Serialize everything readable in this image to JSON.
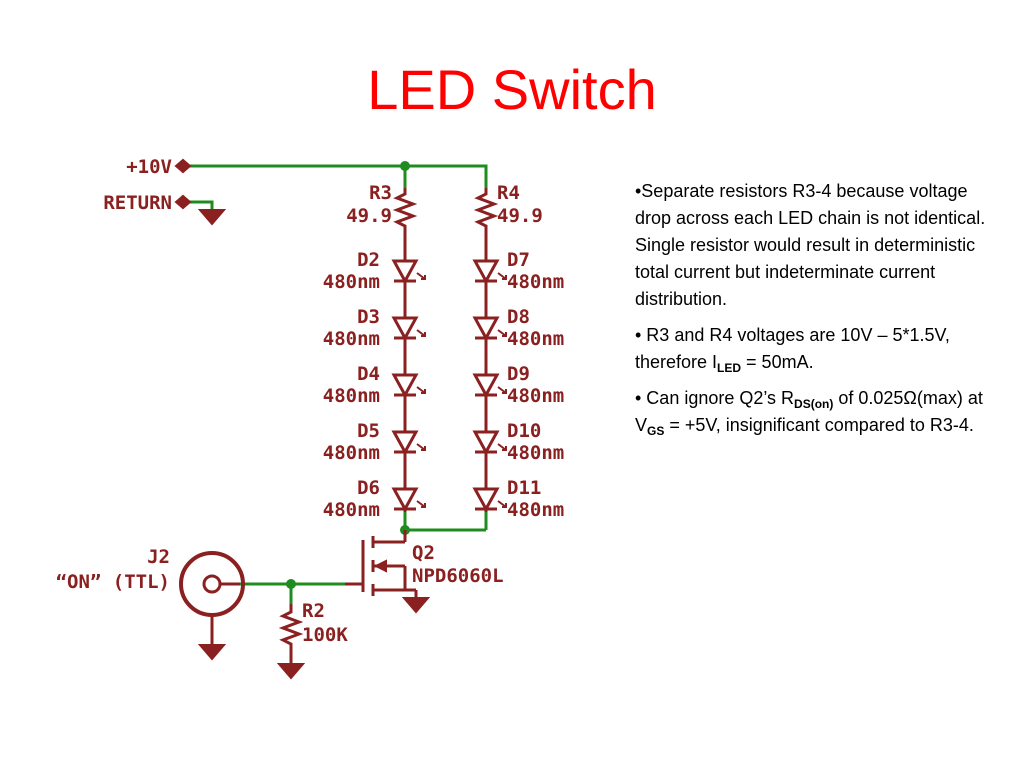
{
  "title": "LED Switch",
  "schematic": {
    "supply": "+10V",
    "return": "RETURN",
    "r3_ref": "R3",
    "r3_val": "49.9",
    "r4_ref": "R4",
    "r4_val": "49.9",
    "left_leds": [
      {
        "ref": "D2",
        "val": "480nm"
      },
      {
        "ref": "D3",
        "val": "480nm"
      },
      {
        "ref": "D4",
        "val": "480nm"
      },
      {
        "ref": "D5",
        "val": "480nm"
      },
      {
        "ref": "D6",
        "val": "480nm"
      }
    ],
    "right_leds": [
      {
        "ref": "D7",
        "val": "480nm"
      },
      {
        "ref": "D8",
        "val": "480nm"
      },
      {
        "ref": "D9",
        "val": "480nm"
      },
      {
        "ref": "D10",
        "val": "480nm"
      },
      {
        "ref": "D11",
        "val": "480nm"
      }
    ],
    "q2_ref": "Q2",
    "q2_val": "NPD6060L",
    "j2_ref": "J2",
    "j2_val": "“ON” (TTL)",
    "r2_ref": "R2",
    "r2_val": "100K"
  },
  "notes": {
    "n1": "•Separate resistors R3-4 because voltage drop across each LED chain is not identical. Single resistor would result in deterministic total current but indeterminate current distribution.",
    "n2_a": "• R3 and R4 voltages are  10V – 5*1.5V, therefore I",
    "n2_sub": "LED",
    "n2_b": " = 50mA.",
    "n3_a": "• Can ignore Q2’s R",
    "n3_sub1": "DS(on)",
    "n3_b": " of 0.025Ω(max) at V",
    "n3_sub2": "GS",
    "n3_c": " = +5V, insignificant compared to R3-4."
  },
  "colors": {
    "title": "#ff0000",
    "wire": "#1e8c1e",
    "part": "#8a2020"
  }
}
